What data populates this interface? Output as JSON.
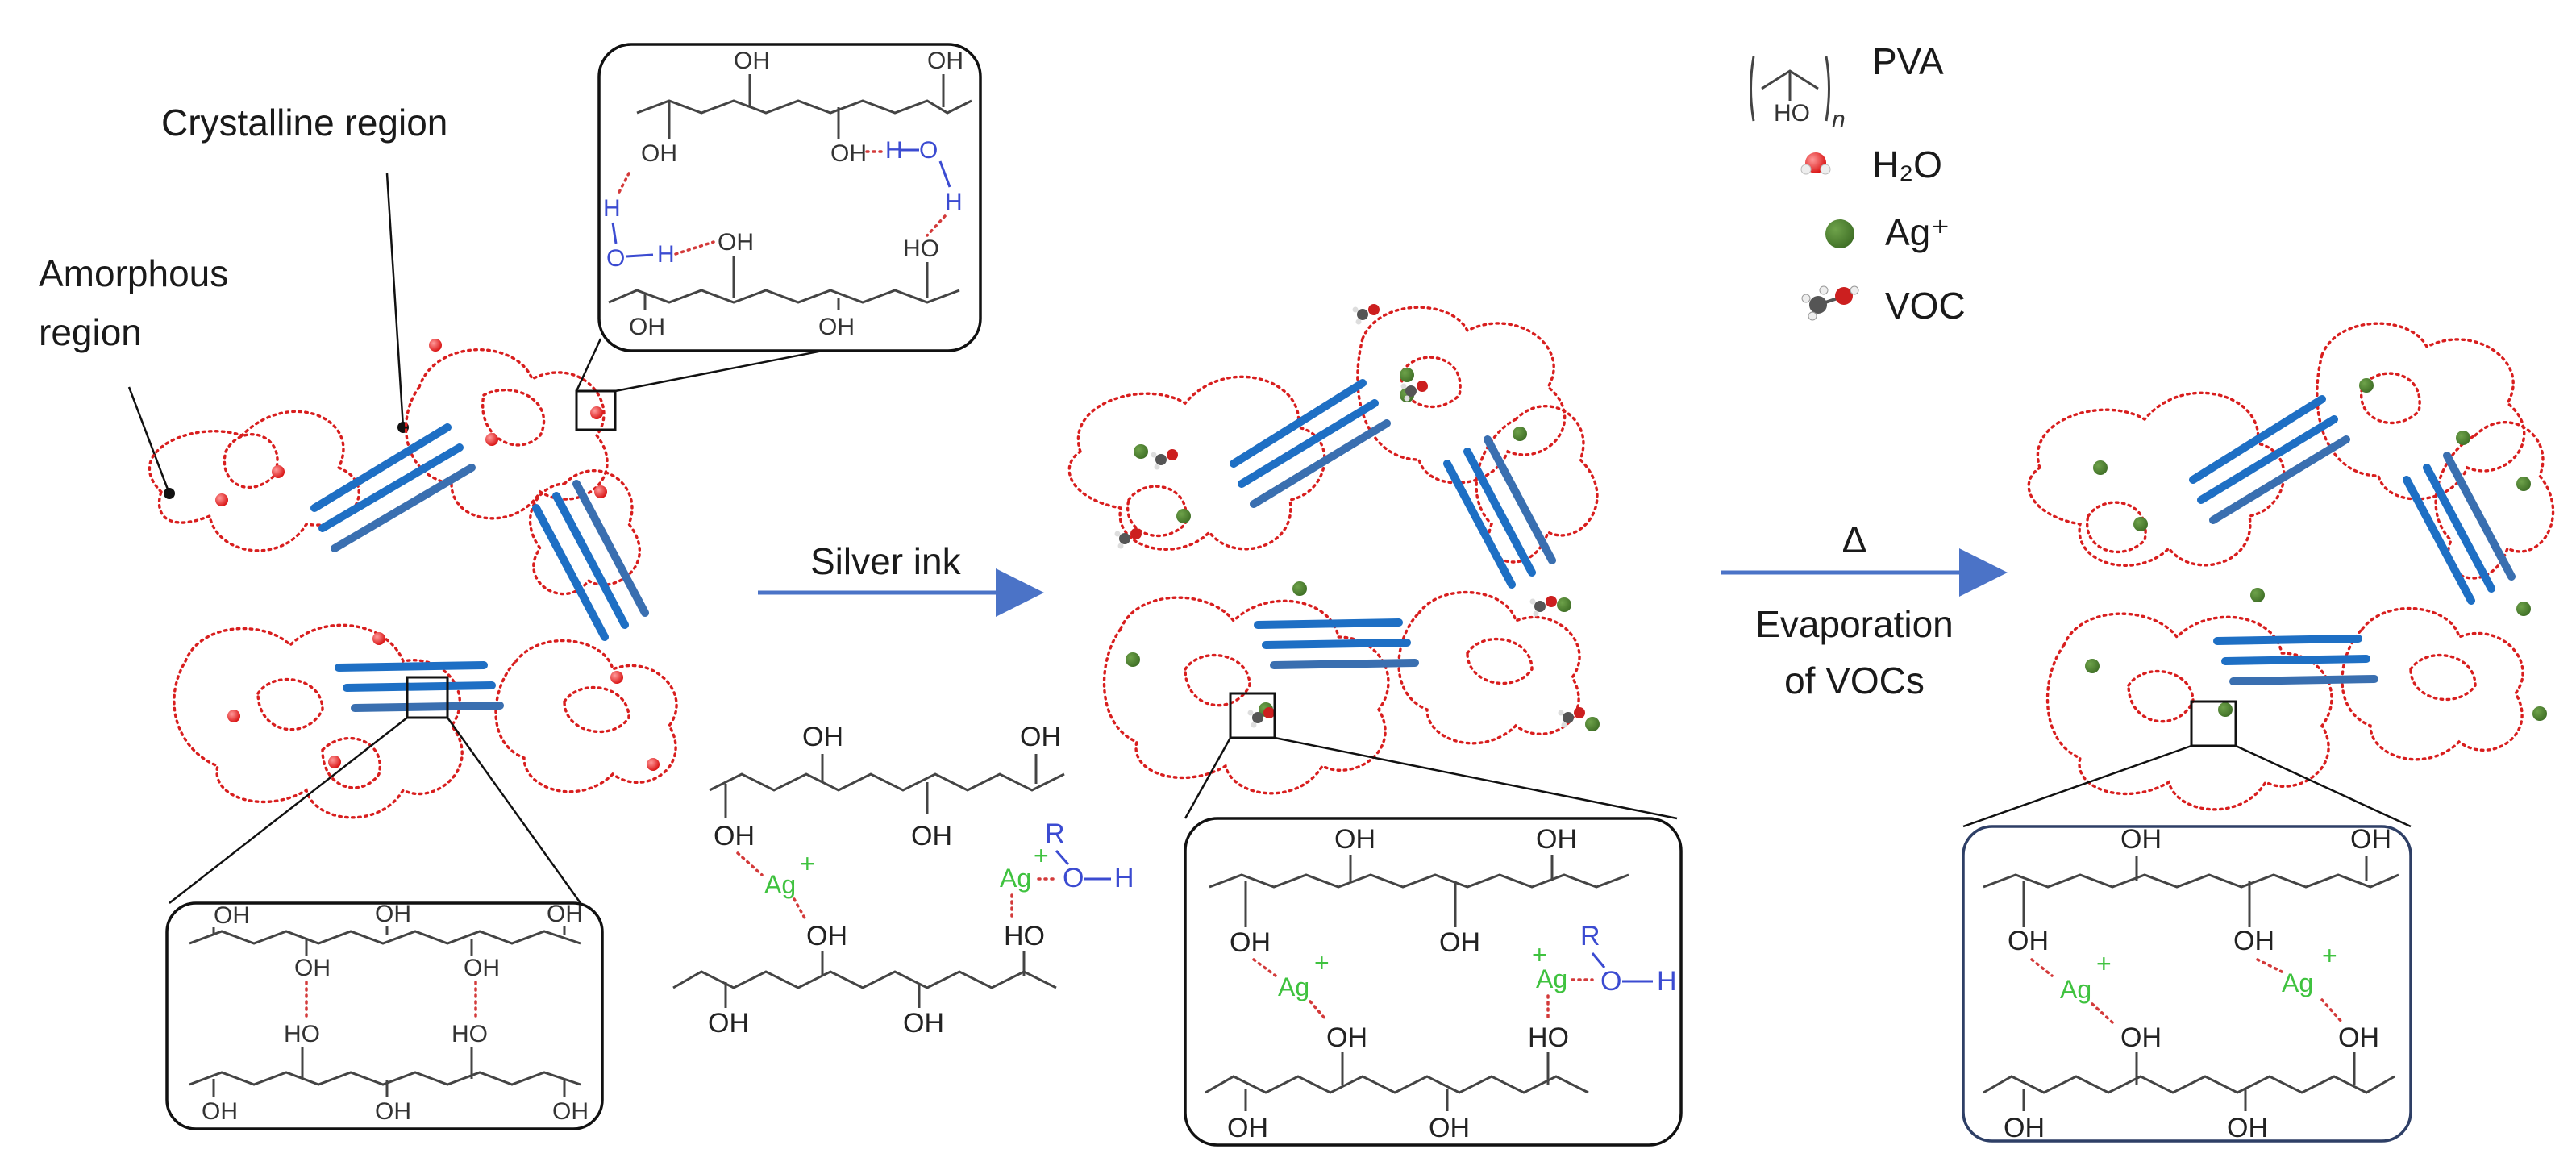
{
  "labels": {
    "crystalline_region": "Crystalline region",
    "amorphous_line1": "Amorphous",
    "amorphous_line2": "region",
    "step1": "Silver ink",
    "step2_symbol": "Δ",
    "step2_line1": "Evaporation",
    "step2_line2": "of VOCs"
  },
  "legend": [
    {
      "key": "pva",
      "label": "PVA",
      "structure_text": "HO",
      "subscript": "n"
    },
    {
      "key": "water",
      "label": "H₂O",
      "icon": "water-molecule-icon"
    },
    {
      "key": "silver_ion",
      "label": "Ag⁺",
      "icon": "green-dot-icon",
      "color": "#4a7a2e"
    },
    {
      "key": "voc",
      "label": "VOC",
      "icon": "voc-molecule-icon"
    }
  ],
  "chem": {
    "oh": "OH",
    "ho": "HO",
    "h": "H",
    "o": "O",
    "r": "R",
    "ag": "Ag",
    "plus": "+"
  },
  "colors": {
    "coil": "#d81e1e",
    "crystal": "#1e6fc4",
    "arrow": "#4b73c7",
    "silver_ion": "#4a7a2e",
    "ag_text": "#3fc23f",
    "hydrogen_bond_partner": "#3b4bd1"
  }
}
